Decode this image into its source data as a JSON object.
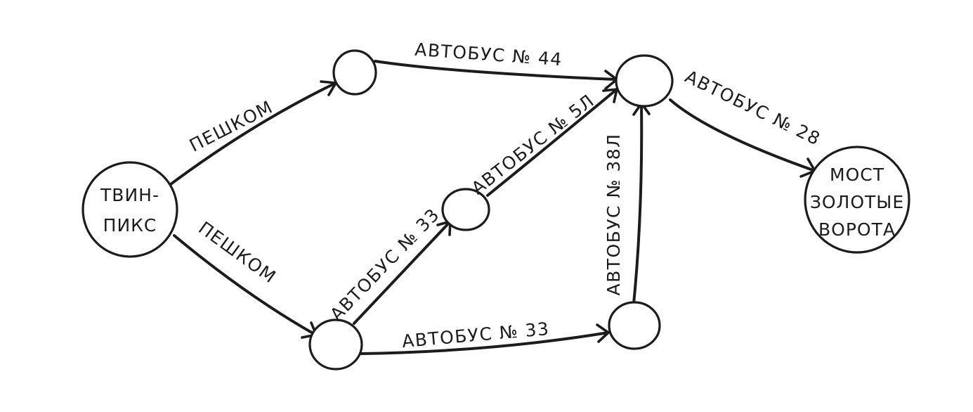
{
  "diagram": {
    "nodes": {
      "twin_peaks": {
        "lines": [
          "ТВИН-",
          "ПИКС"
        ]
      },
      "top_stop": {
        "lines": []
      },
      "middle_stop": {
        "lines": []
      },
      "bottom_left_stop": {
        "lines": []
      },
      "bottom_right_stop": {
        "lines": []
      },
      "hub_stop": {
        "lines": []
      },
      "golden_gate": {
        "lines": [
          "МОСТ",
          "ЗОЛОТЫЕ",
          "ВОРОТА"
        ]
      }
    },
    "edges": {
      "twin_to_top": {
        "label": "ПЕШКОМ"
      },
      "twin_to_bottom": {
        "label": "ПЕШКОМ"
      },
      "top_to_hub": {
        "label": "АВТОБУС № 44"
      },
      "bottom_to_middle": {
        "label": "АВТОБУС № 33"
      },
      "middle_to_hub": {
        "label": "АВТОБУС № 5Л"
      },
      "bottom_to_bottom_right": {
        "label": "АВТОБУС № 33"
      },
      "bottom_right_to_hub": {
        "label": "АВТОБУС № 38Л"
      },
      "hub_to_golden_gate": {
        "label": "АВТОБУС № 28"
      }
    }
  }
}
